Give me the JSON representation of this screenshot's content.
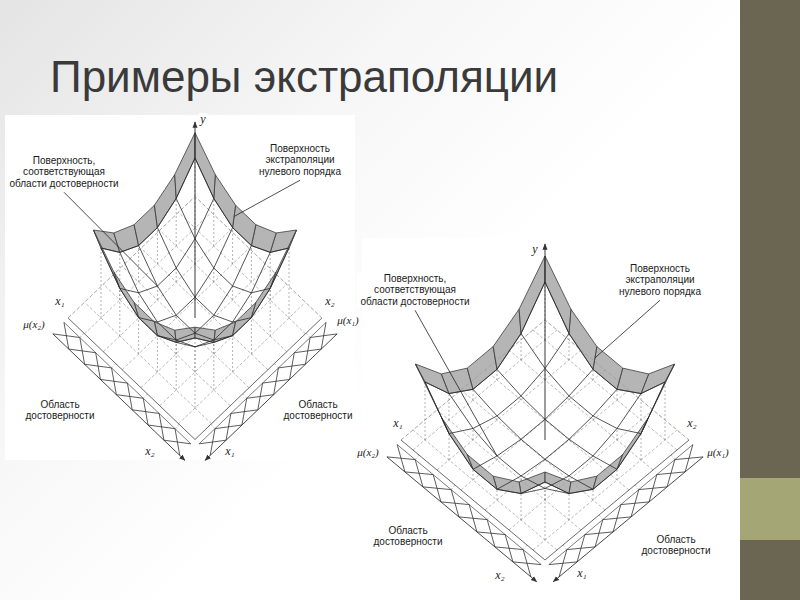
{
  "diagram": {
    "title": "Примеры экстраполяции",
    "labels": [
      "Поверхность экстраполяции нулевого порядка",
      "Поверхность, соответствующая области достоверности",
      "y",
      "x₁",
      "μ(x₂)",
      "x₂",
      "μ(x₁)",
      "Область достоверности",
      "Область достоверности",
      "x₂",
      "x₁",
      "Поверхность экстраполяции нулевого порядка",
      "Поверхность, соответствующая области достоверности",
      "y",
      "x₁",
      "μ(x₂)",
      "x₂",
      "μ(x₁)",
      "Область достоверности",
      "Область достоверности",
      "x₂",
      "x₁"
    ]
  }
}
